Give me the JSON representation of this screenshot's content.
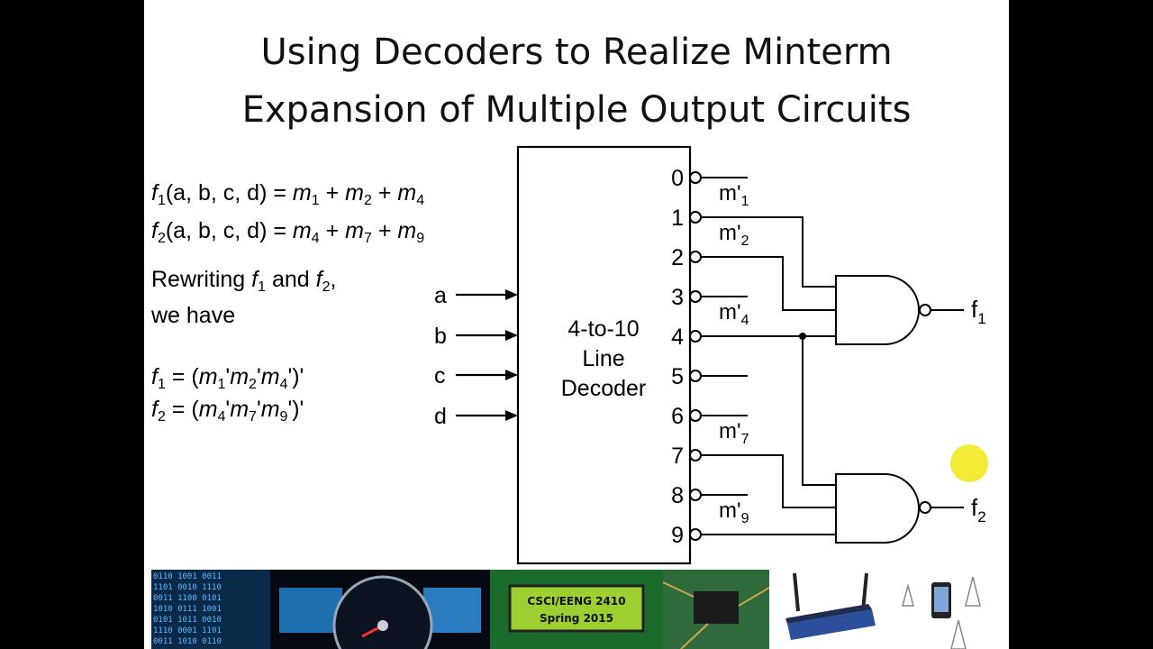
{
  "slide": {
    "title_line1": "Using Decoders to Realize Minterm",
    "title_line2": "Expansion of Multiple Output Circuits"
  },
  "equations": {
    "f1_lhs": "f",
    "f1_sub": "1",
    "f1_args": "(a, b, c, d)",
    "f1_rhs": "= m1 + m2 + m4",
    "f2_lhs": "f",
    "f2_sub": "2",
    "f2_args": "(a, b, c, d)",
    "f2_rhs": "= m4 + m7 + m9",
    "rewriting_line1": "Rewriting f1 and f2,",
    "rewriting_line2": "we have",
    "f1_nand": "f1 = (m1'm2'm4')'",
    "f2_nand": "f2 = (m4'm7'm9')'"
  },
  "decoder": {
    "label_line1": "4-to-10",
    "label_line2": "Line",
    "label_line3": "Decoder",
    "inputs": [
      "a",
      "b",
      "c",
      "d"
    ],
    "outputs": [
      "0",
      "1",
      "2",
      "3",
      "4",
      "5",
      "6",
      "7",
      "8",
      "9"
    ]
  },
  "wire_labels": [
    "m'1",
    "m'2",
    "m'4",
    "m'7",
    "m'9"
  ],
  "gates": {
    "gate1_output": "f1",
    "gate2_output": "f2"
  },
  "banner": {
    "lcd_line1": "CSCI/EENG 2410",
    "lcd_line2": "Spring 2015"
  },
  "colors": {
    "slide_bg": "#ffffff",
    "letterbox": "#000000",
    "cursor_highlight": "#f3ea2c",
    "lcd_green": "#9ccf2f"
  }
}
